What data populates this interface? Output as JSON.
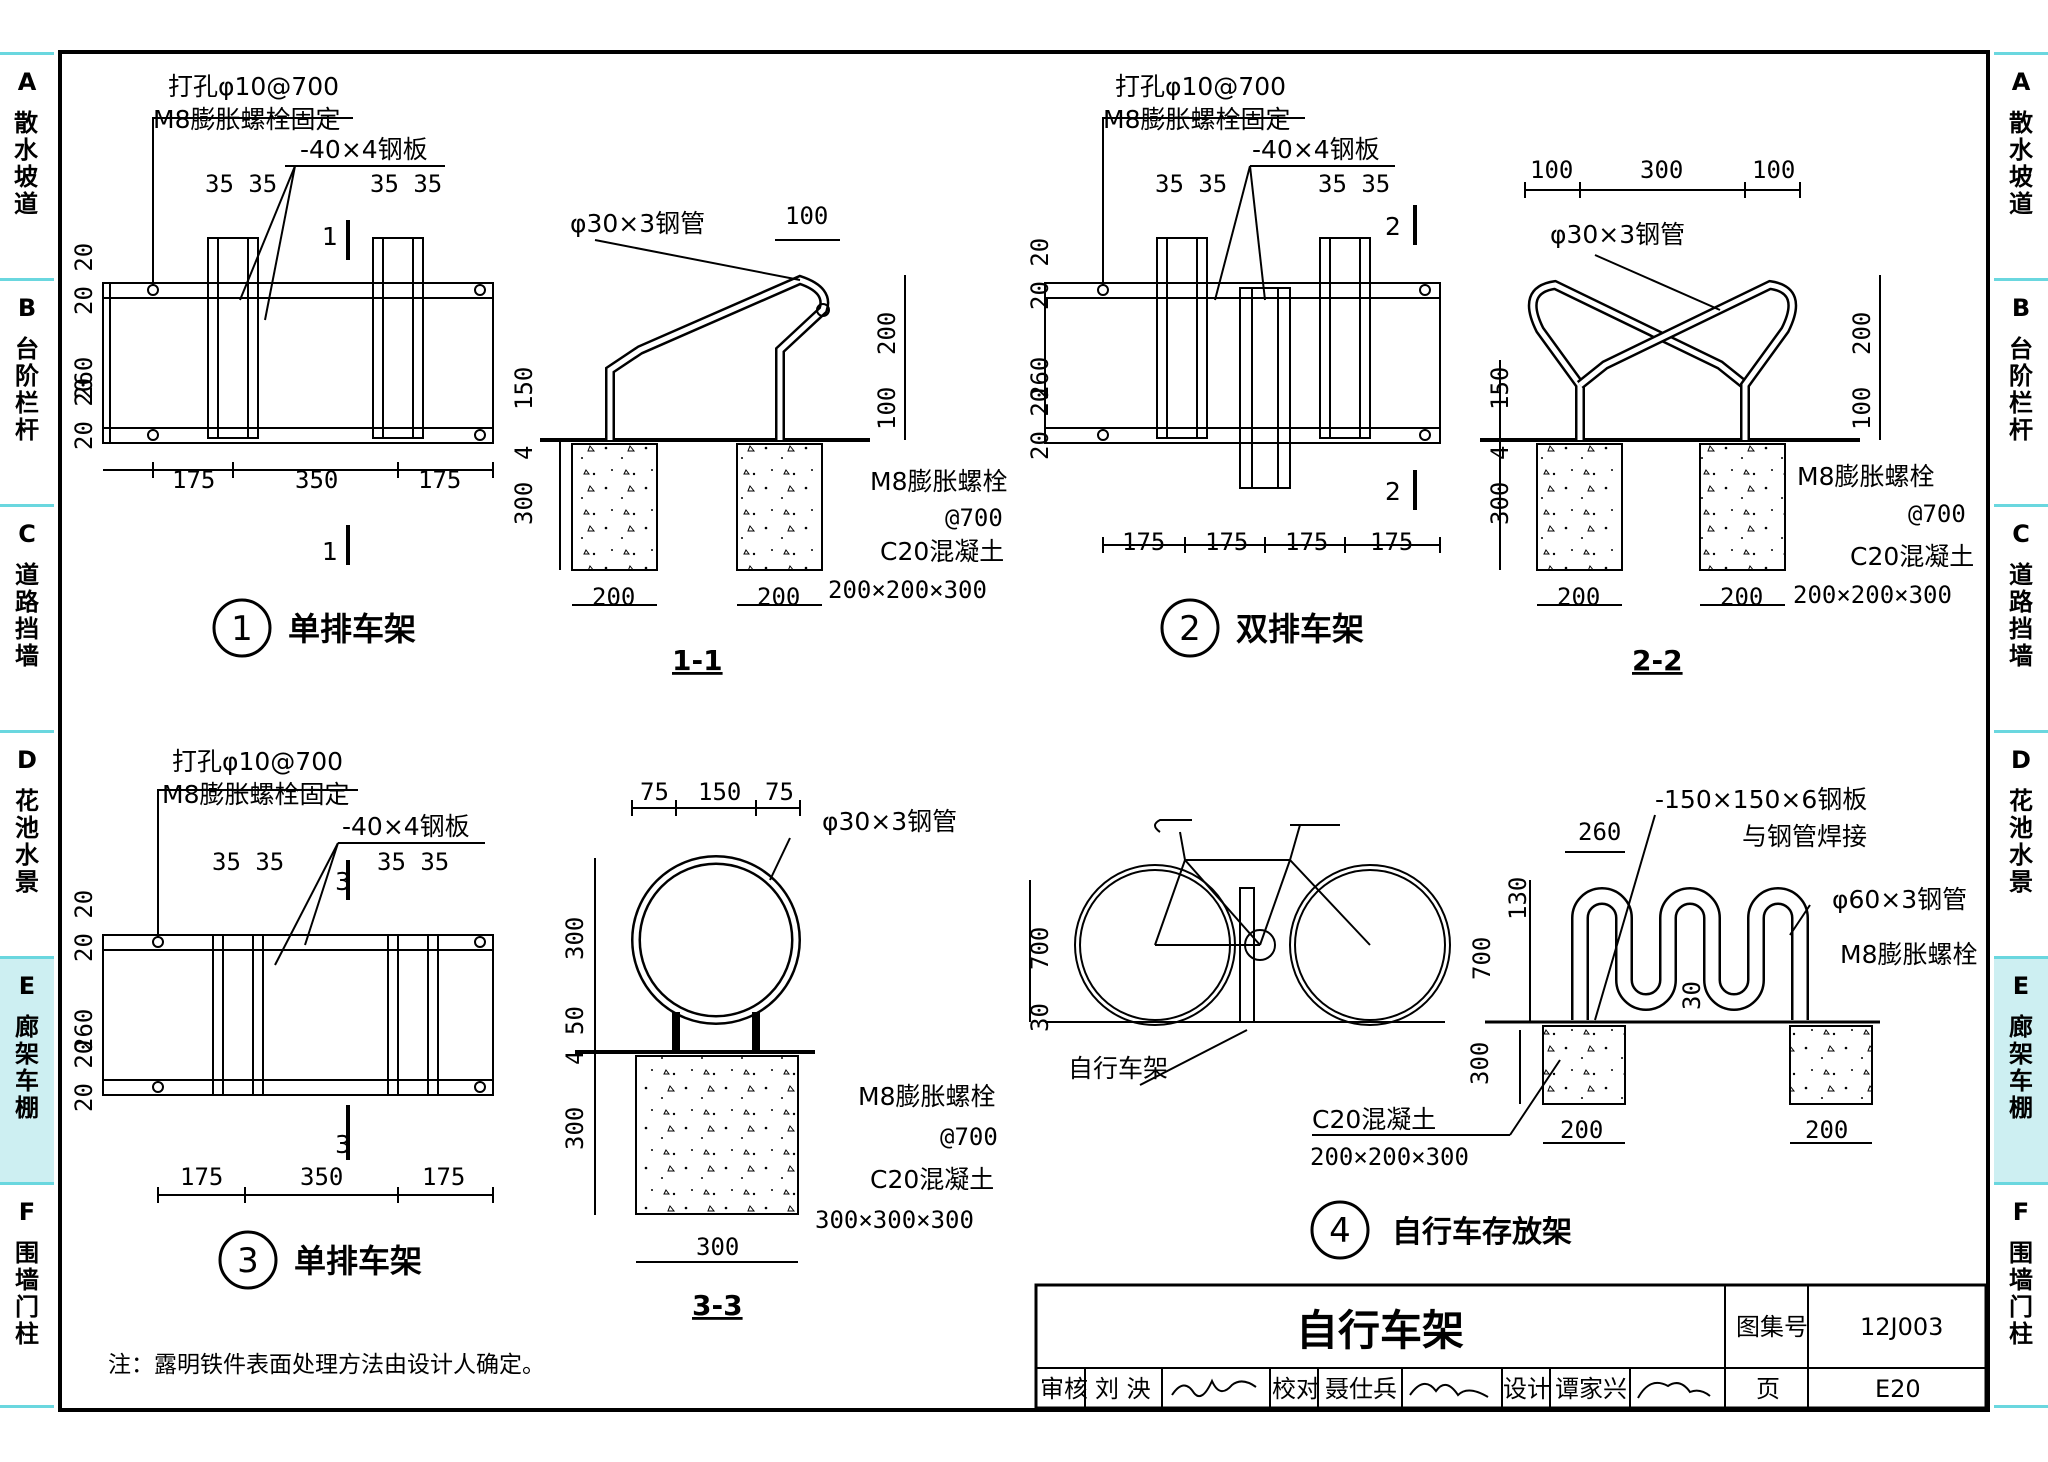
{
  "side_tabs": [
    {
      "letter": "A",
      "text": "散水 坡道"
    },
    {
      "letter": "B",
      "text": "台阶 栏杆"
    },
    {
      "letter": "C",
      "text": "道路 挡墙"
    },
    {
      "letter": "D",
      "text": "花池 水景"
    },
    {
      "letter": "E",
      "text": "廊架 车棚",
      "active": true
    },
    {
      "letter": "F",
      "text": "围墙 门柱"
    }
  ],
  "d1": {
    "note_hole": "打孔φ10@700",
    "note_bolt": "M8膨胀螺栓固定",
    "plate": "-40×4钢板",
    "d3535a": "35 35",
    "d3535b": "35 35",
    "v2020a": "20 20",
    "v260": "260",
    "v2020b": "20 20",
    "h175a": "175",
    "h350": "350",
    "h175b": "175",
    "sec": "1",
    "num": "1",
    "title": "单排车架"
  },
  "s11": {
    "pipe": "φ30×3钢管",
    "d100": "100",
    "v150": "150",
    "v4": "4",
    "v300": "300",
    "v200": "200",
    "v100": "100",
    "bolt": "M8膨胀螺栓",
    "bolt_at": "@700",
    "conc": "C20混凝土",
    "conc_size": "200×200×300",
    "w200a": "200",
    "w200b": "200",
    "name": "1-1"
  },
  "d2": {
    "note_hole": "打孔φ10@700",
    "note_bolt": "M8膨胀螺栓固定",
    "plate": "-40×4钢板",
    "d3535a": "35 35",
    "d3535b": "35 35",
    "v2020a": "20 20",
    "v260": "260",
    "v2020b": "20 20",
    "h1": "175",
    "h2": "175",
    "h3": "175",
    "h4": "175",
    "sec": "2",
    "num": "2",
    "title": "双排车架"
  },
  "s22": {
    "w100a": "100",
    "w300": "300",
    "w100b": "100",
    "pipe": "φ30×3钢管",
    "v150": "150",
    "v4": "4",
    "v300": "300",
    "v200": "200",
    "v100": "100",
    "bolt": "M8膨胀螺栓",
    "bolt_at": "@700",
    "conc": "C20混凝土",
    "conc_size": "200×200×300",
    "w200a": "200",
    "w200b": "200",
    "name": "2-2"
  },
  "d3": {
    "note_hole": "打孔φ10@700",
    "note_bolt": "M8膨胀螺栓固定",
    "plate": "-40×4钢板",
    "d3535a": "35 35",
    "d3535b": "35 35",
    "v2020a": "20 20",
    "v260": "260",
    "v2020b": "20 20",
    "h175a": "175",
    "h350": "350",
    "h175b": "175",
    "sec": "3",
    "num": "3",
    "title": "单排车架"
  },
  "s33": {
    "w75a": "75",
    "w150": "150",
    "w75b": "75",
    "pipe": "φ30×3钢管",
    "v300": "300",
    "v50": "50",
    "v4": "4",
    "v300b": "300",
    "bolt": "M8膨胀螺栓",
    "bolt_at": "@700",
    "conc": "C20混凝土",
    "conc_size": "300×300×300",
    "w300": "300",
    "name": "3-3"
  },
  "d4": {
    "v700": "700",
    "v30": "30",
    "rack_label": "自行车架",
    "w260": "260",
    "plate": "-150×150×6钢板",
    "weld": "与钢管焊接",
    "pipe": "φ60×3钢管",
    "v130": "130",
    "v700b": "700",
    "v30b": "30",
    "bolt": "M8膨胀螺栓",
    "v300": "300",
    "conc": "C20混凝土",
    "conc_size": "200×200×300",
    "w200a": "200",
    "w200b": "200",
    "num": "4",
    "title": "自行车存放架"
  },
  "note": "注：露明铁件表面处理方法由设计人确定。",
  "title_block": {
    "title": "自行车架",
    "atlas_label": "图集号",
    "atlas_no": "12J003",
    "review_label": "审核",
    "review_name": "刘 泱",
    "check_label": "校对",
    "check_name": "聂仕兵",
    "design_label": "设计",
    "design_name": "谭家兴",
    "page_label": "页",
    "page_no": "E20"
  },
  "colors": {
    "tab_line": "#6ad7df",
    "tab_active": "#cdeff2"
  }
}
